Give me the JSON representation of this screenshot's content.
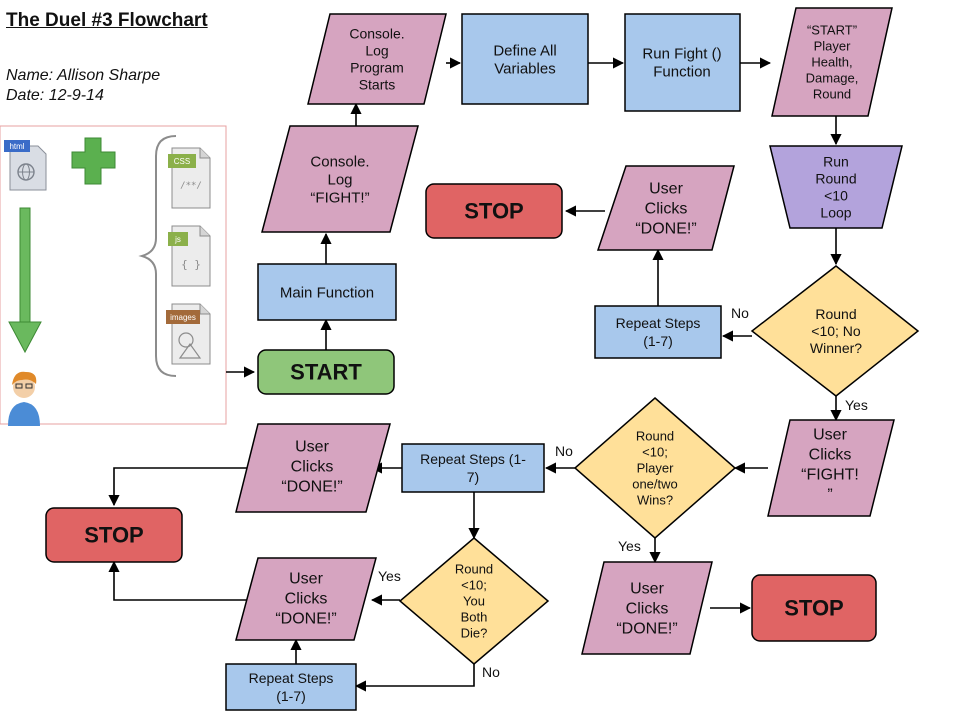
{
  "header": {
    "title": "The Duel #3 Flowchart",
    "name": "Name: Allison Sharpe",
    "date": "Date: 12-9-14"
  },
  "illustration": {
    "file_tags": [
      "html",
      "CSS",
      "js",
      "images"
    ],
    "file_glyphs": [
      "/**/",
      "{ }"
    ],
    "icons": [
      "html-file-icon",
      "plus-icon",
      "down-arrow-icon",
      "css-file-icon",
      "js-file-icon",
      "images-file-icon",
      "user-avatar-icon"
    ]
  },
  "colors": {
    "pink": "#d6a4c0",
    "blue": "#a8c8ec",
    "green": "#8fc67a",
    "red": "#e06464",
    "yellow": "#ffe099",
    "purple": "#b3a3dc",
    "stroke": "#000000"
  },
  "nodes": {
    "start": {
      "lines": [
        "START"
      ]
    },
    "main_function": {
      "lines": [
        "Main Function"
      ]
    },
    "log_fight": {
      "lines": [
        "Console.",
        "Log",
        "“FIGHT!”"
      ]
    },
    "log_program_starts": {
      "lines": [
        "Console.",
        "Log",
        "Program",
        "Starts"
      ]
    },
    "define_vars": {
      "lines": [
        "Define All",
        "Variables"
      ]
    },
    "run_fight": {
      "lines": [
        "Run Fight ()",
        "Function"
      ]
    },
    "start_output": {
      "lines": [
        "“START”",
        "Player",
        "Health,",
        "Damage,",
        "Round"
      ]
    },
    "run_round_loop": {
      "lines": [
        "Run",
        "Round",
        "<10",
        "Loop"
      ]
    },
    "decision_no_winner": {
      "lines": [
        "Round",
        "<10; No",
        "Winner?"
      ]
    },
    "repeat_top": {
      "lines": [
        "Repeat Steps",
        "(1-7)"
      ]
    },
    "user_done_top": {
      "lines": [
        "User",
        "Clicks",
        "“DONE!”"
      ]
    },
    "stop_top": {
      "lines": [
        "STOP"
      ]
    },
    "user_fight": {
      "lines": [
        "User",
        "Clicks",
        "“FIGHT!",
        "”"
      ]
    },
    "decision_player_wins": {
      "lines": [
        "Round",
        "<10;",
        "Player",
        "one/two",
        "Wins?"
      ]
    },
    "repeat_mid": {
      "lines": [
        "Repeat Steps (1-",
        "7)"
      ]
    },
    "user_done_left": {
      "lines": [
        "User",
        "Clicks",
        "“DONE!”"
      ]
    },
    "stop_left": {
      "lines": [
        "STOP"
      ]
    },
    "decision_both_die": {
      "lines": [
        "Round",
        "<10;",
        "You",
        "Both",
        "Die?"
      ]
    },
    "user_done_bottom_left": {
      "lines": [
        "User",
        "Clicks",
        "“DONE!”"
      ]
    },
    "repeat_bottom": {
      "lines": [
        "Repeat Steps",
        "(1-7)"
      ]
    },
    "user_done_bottom_right": {
      "lines": [
        "User",
        "Clicks",
        "“DONE!”"
      ]
    },
    "stop_right": {
      "lines": [
        "STOP"
      ]
    }
  },
  "edges": {
    "no_winner_no": "No",
    "no_winner_yes": "Yes",
    "player_wins_no": "No",
    "player_wins_yes": "Yes",
    "both_die_yes": "Yes",
    "both_die_no": "No"
  }
}
